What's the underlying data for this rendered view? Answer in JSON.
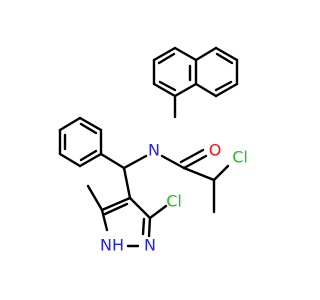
{
  "colors": {
    "carbon_bond": "#000000",
    "nitrogen": "#2020ff",
    "oxygen": "#ff0d0d",
    "chlorine": "#1fc01f"
  },
  "atoms": {
    "n_amide": "N",
    "o_carbonyl": "O",
    "cl_alpha": "Cl",
    "cl_pyrazole": "Cl",
    "n_pyrazole_2": "N",
    "nh_pyrazole_1": "NH"
  },
  "atoms_visible_text": {
    "nh_prefix": "H",
    "nh_suffix": "N"
  }
}
